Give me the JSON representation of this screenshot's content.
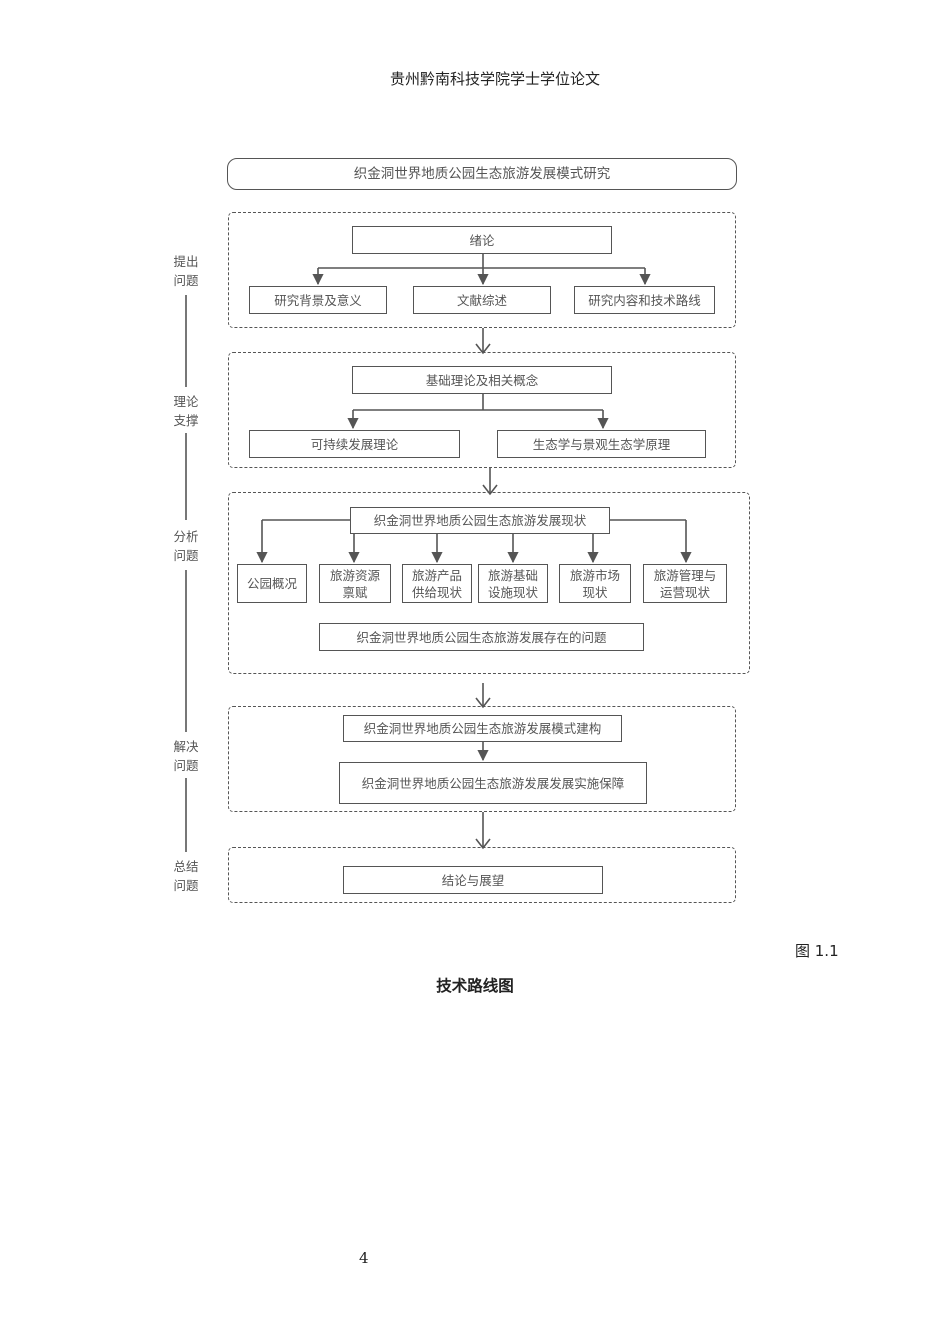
{
  "header": {
    "title": "贵州黔南科技学院学士学位论文"
  },
  "diagram": {
    "title": "织金洞世界地质公园生态旅游发展模式研究",
    "stages": {
      "s1": "提出\n问题",
      "s2": "理论\n支撑",
      "s3": "分析\n问题",
      "s4": "解决\n问题",
      "s5": "总结\n问题"
    },
    "g1": {
      "main": "绪论",
      "items": [
        "研究背景及意义",
        "文献综述",
        "研究内容和技术路线"
      ]
    },
    "g2": {
      "main": "基础理论及相关概念",
      "items": [
        "可持续发展理论",
        "生态学与景观生态学原理"
      ]
    },
    "g3": {
      "main": "织金洞世界地质公园生态旅游发展现状",
      "items": [
        "公园概况",
        "旅游资源\n禀赋",
        "旅游产品\n供给现状",
        "旅游基础\n设施现状",
        "旅游市场\n现状",
        "旅游管理与\n运营现状"
      ],
      "problem": "织金洞世界地质公园生态旅游发展存在的问题"
    },
    "g4": {
      "model": "织金洞世界地质公园生态旅游发展模式建构",
      "guarantee": "织金洞世界地质公园生态旅游发展发展实施保障"
    },
    "g5": {
      "main": "结论与展望"
    }
  },
  "caption": {
    "number": "图 1.1",
    "title": "技术路线图"
  },
  "footer": {
    "page": "4"
  }
}
